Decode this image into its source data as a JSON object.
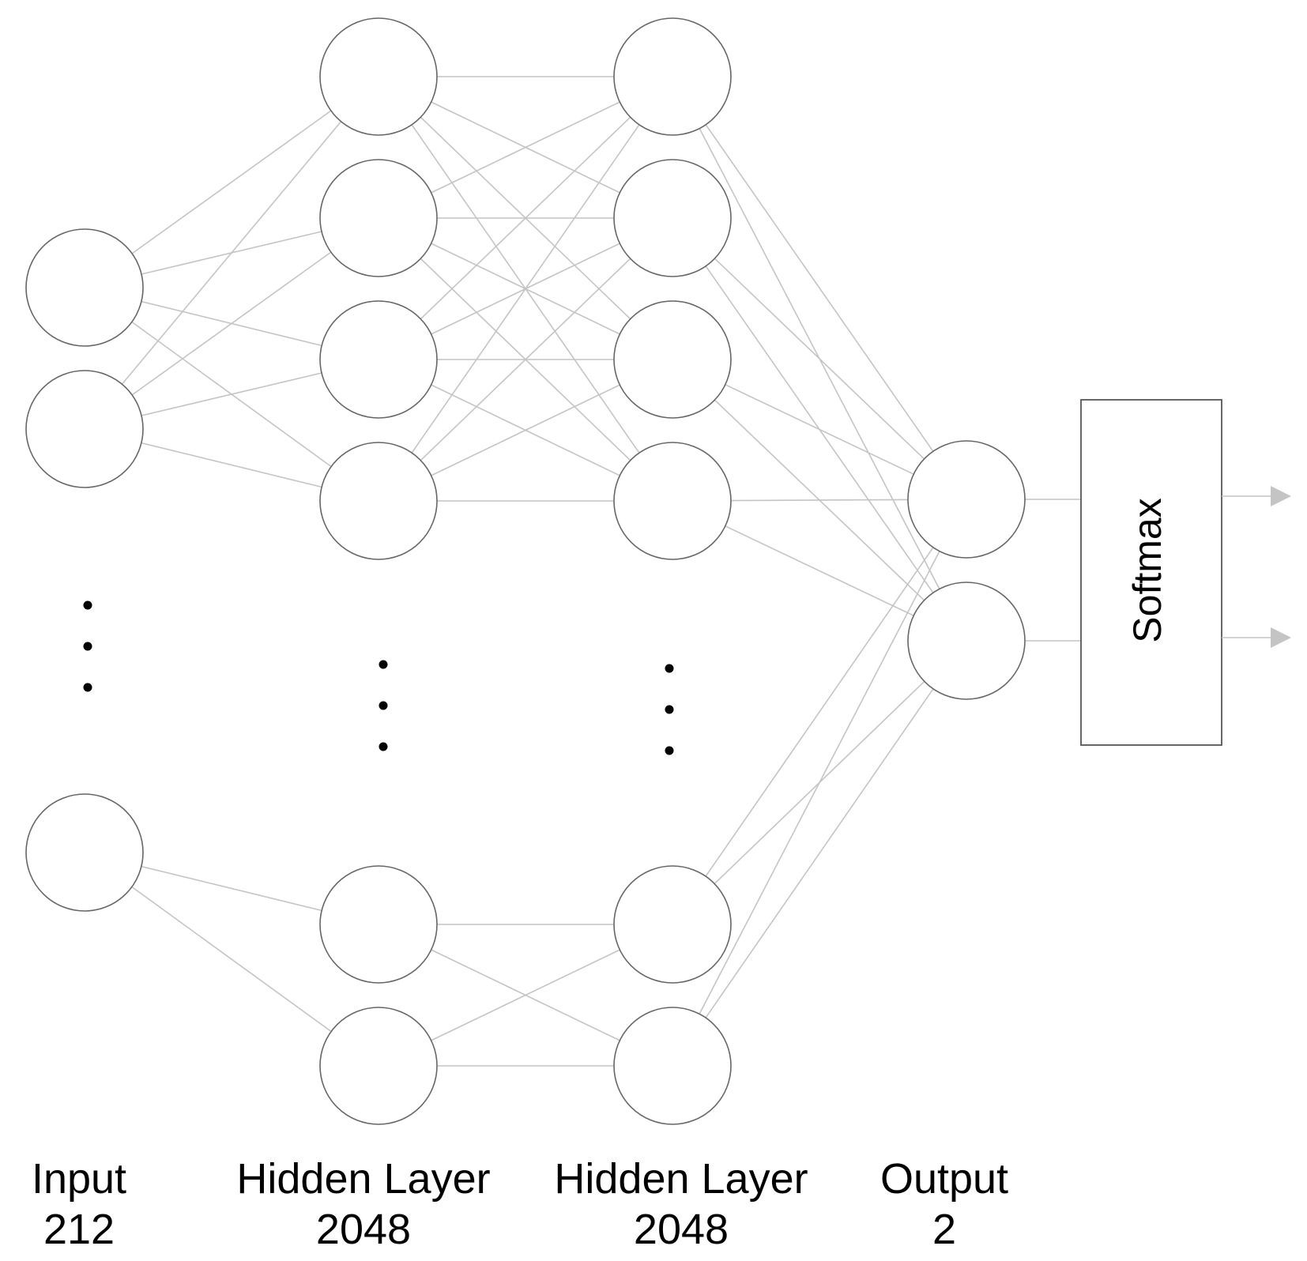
{
  "layers": [
    {
      "id": "input",
      "name": "Input",
      "size": "212"
    },
    {
      "id": "hidden1",
      "name": "Hidden Layer",
      "size": "2048"
    },
    {
      "id": "hidden2",
      "name": "Hidden Layer",
      "size": "2048"
    },
    {
      "id": "output",
      "name": "Output",
      "size": "2"
    }
  ],
  "softmax": {
    "label": "Softmax"
  },
  "colors": {
    "node_stroke": "#666666",
    "edge": "#c4c4c4",
    "text": "#000000"
  }
}
